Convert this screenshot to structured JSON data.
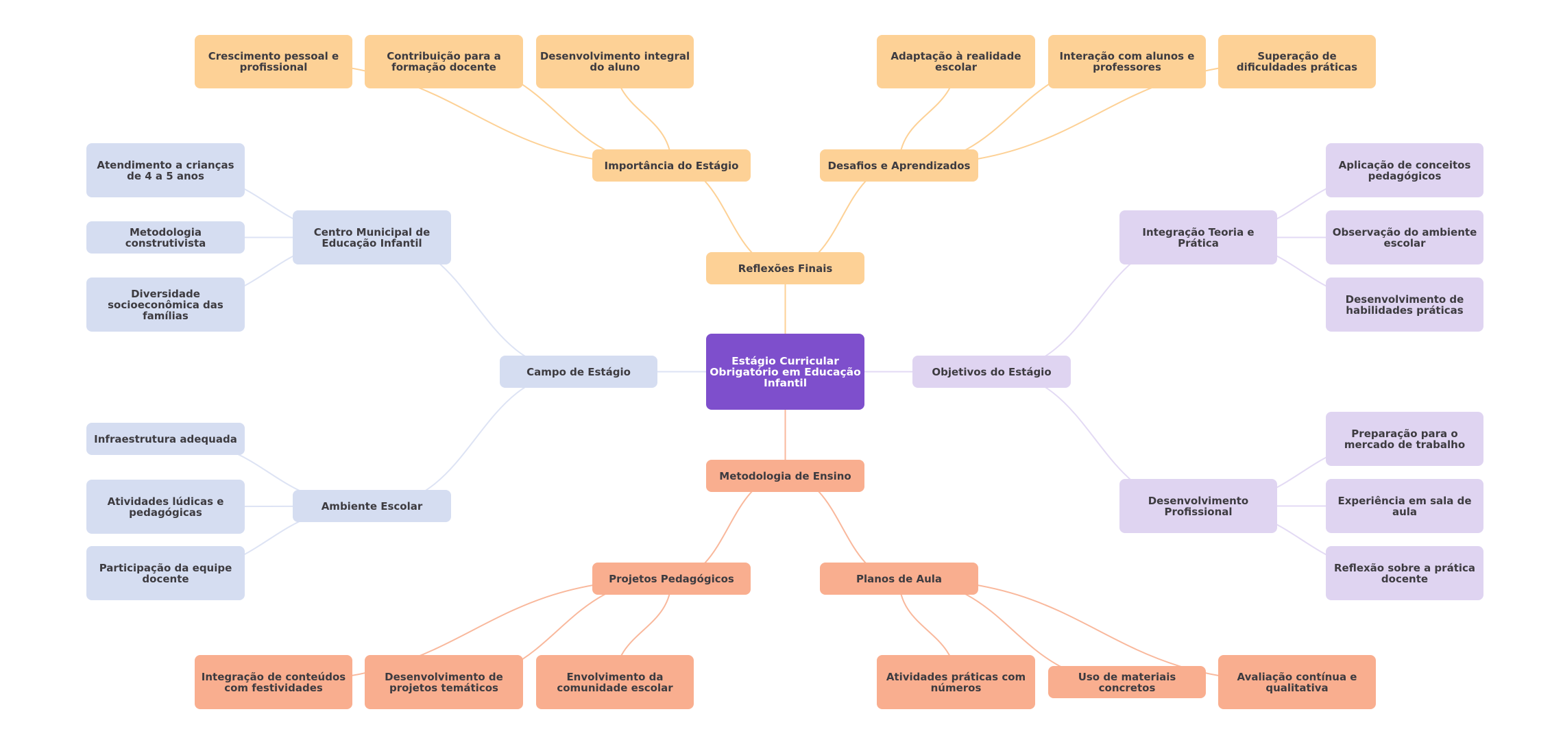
{
  "colors": {
    "root": "#7e4fcc",
    "reflexoes_branch": "#fdd196",
    "metodologia_branch": "#f9ae8f",
    "campo_branch": "#d5ddf1",
    "objetivos_branch": "#dfd4f1",
    "edge_orange": "#fdd196",
    "edge_salmon": "#f9b89c",
    "edge_blue": "#dde3f4",
    "edge_lilac": "#e3daf4",
    "text_dark": "#3d3b40",
    "text_light": "#ffffff"
  },
  "root": {
    "label": "Estágio Curricular Obrigatório em Educação Infantil"
  },
  "branches": {
    "reflexoes": {
      "label": "Reflexões Finais",
      "importancia": {
        "label": "Importância do Estágio",
        "children": [
          "Crescimento pessoal e profissional",
          "Contribuição para a formação docente",
          "Desenvolvimento integral do aluno"
        ]
      },
      "desafios": {
        "label": "Desafios e Aprendizados",
        "children": [
          "Adaptação à realidade escolar",
          "Interação com alunos e professores",
          "Superação de dificuldades práticas"
        ]
      }
    },
    "campo": {
      "label": "Campo de Estágio",
      "centro": {
        "label": "Centro Municipal de Educação Infantil",
        "children": [
          "Atendimento a crianças de 4 a 5 anos",
          "Metodologia construtivista",
          "Diversidade socioeconômica das famílias"
        ]
      },
      "ambiente": {
        "label": "Ambiente Escolar",
        "children": [
          "Infraestrutura adequada",
          "Atividades lúdicas e pedagógicas",
          "Participação da equipe docente"
        ]
      }
    },
    "objetivos": {
      "label": "Objetivos do Estágio",
      "integracao": {
        "label": "Integração Teoria e Prática",
        "children": [
          "Aplicação de conceitos pedagógicos",
          "Observação do ambiente escolar",
          "Desenvolvimento de habilidades práticas"
        ]
      },
      "desenvolvimento": {
        "label": "Desenvolvimento Profissional",
        "children": [
          "Preparação para o mercado de trabalho",
          "Experiência em sala de aula",
          "Reflexão sobre a prática docente"
        ]
      }
    },
    "metodologia": {
      "label": "Metodologia de Ensino",
      "projetos": {
        "label": "Projetos Pedagógicos",
        "children": [
          "Integração de conteúdos com festividades",
          "Desenvolvimento de projetos temáticos",
          "Envolvimento da comunidade escolar"
        ]
      },
      "planos": {
        "label": "Planos de Aula",
        "children": [
          "Atividades práticas com números",
          "Uso de materiais concretos",
          "Avaliação contínua e qualitativa"
        ]
      }
    }
  }
}
